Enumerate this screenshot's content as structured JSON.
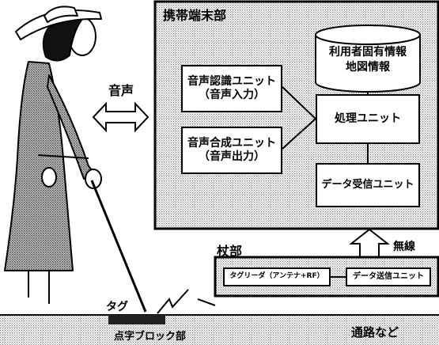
{
  "voice_label": "音声",
  "terminal": {
    "title": "携帯端末部",
    "database_line1": "利用者固有情報",
    "database_line2": "地図情報",
    "recognition_line1": "音声認識ユニット",
    "recognition_line2": "（音声入力）",
    "synthesis_line1": "音声合成ユニット",
    "synthesis_line2": "（音声出力）",
    "processing": "処理ユニット",
    "receiver": "データ受信ユニット"
  },
  "wireless_label": "無線",
  "cane": {
    "title": "杖部",
    "tag_reader": "タグリーダ（アンテナ+RF）",
    "transmitter": "データ送信ユニット"
  },
  "tag_label": "タグ",
  "braille_block_label": "点字ブロック部",
  "ground_label": "通路など",
  "colors": {
    "halftone_light": "#e2e2e2",
    "halftone_dark": "#b9b9b9",
    "ink": "#000000"
  }
}
